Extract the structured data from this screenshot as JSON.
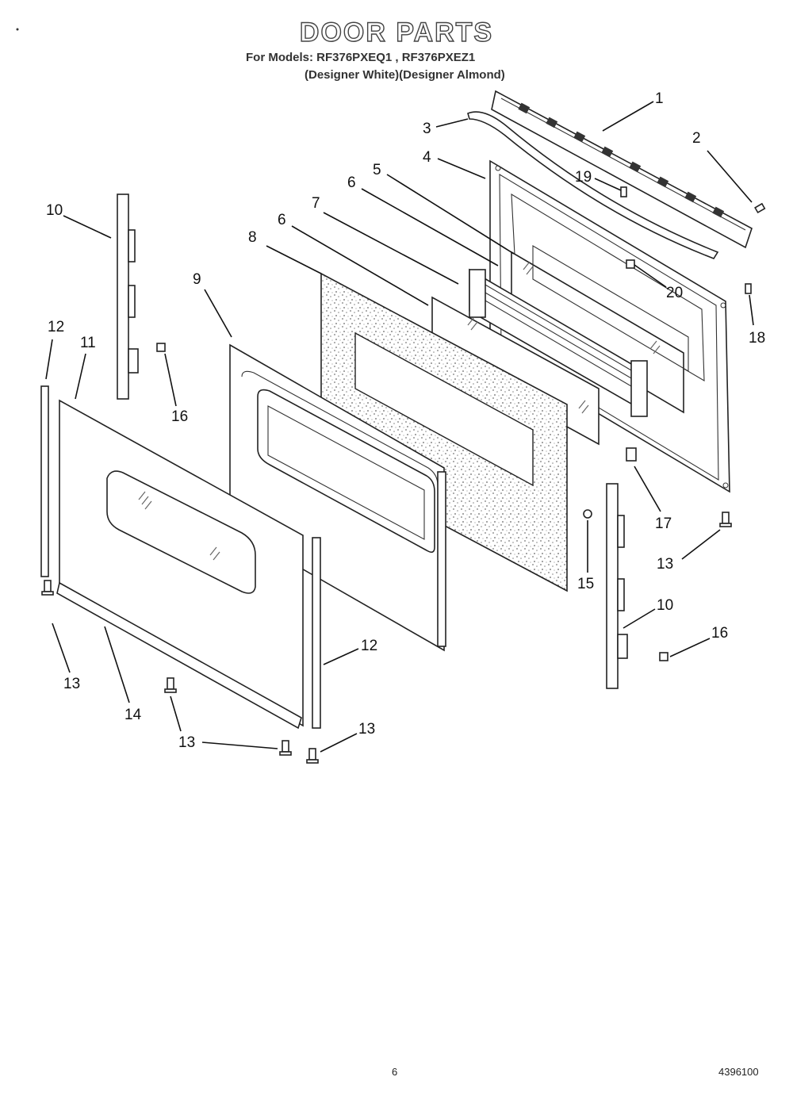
{
  "title": "DOOR PARTS",
  "subtitle": {
    "line1": "For Models: RF376PXEQ1 , RF376PXEZ1",
    "line2": "(Designer White)(Designer Almond)"
  },
  "footer": {
    "page_number": "6",
    "doc_code": "4396100"
  },
  "callouts": [
    "1",
    "2",
    "3",
    "4",
    "5",
    "6",
    "7",
    "6",
    "8",
    "19",
    "20",
    "18",
    "10",
    "9",
    "12",
    "11",
    "16",
    "17",
    "13",
    "15",
    "10",
    "16",
    "12",
    "13",
    "14",
    "13",
    "13"
  ],
  "icons": [
    "stamped-label-mark"
  ]
}
